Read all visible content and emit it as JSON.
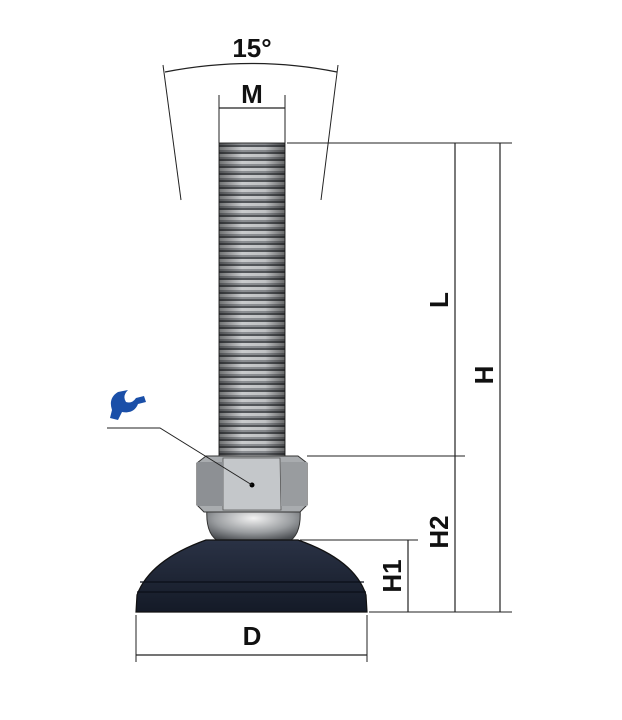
{
  "labels": {
    "angle": "15°",
    "thread": "M",
    "thread_length": "L",
    "total_height": "H",
    "base_height": "H2",
    "pad_height": "H1",
    "diameter": "D"
  },
  "icons": {
    "nut_tool": "wrench-icon"
  },
  "colors": {
    "wrench": "#1a4fa8",
    "base": "#1c2333",
    "nut": "#b9bcbf"
  }
}
